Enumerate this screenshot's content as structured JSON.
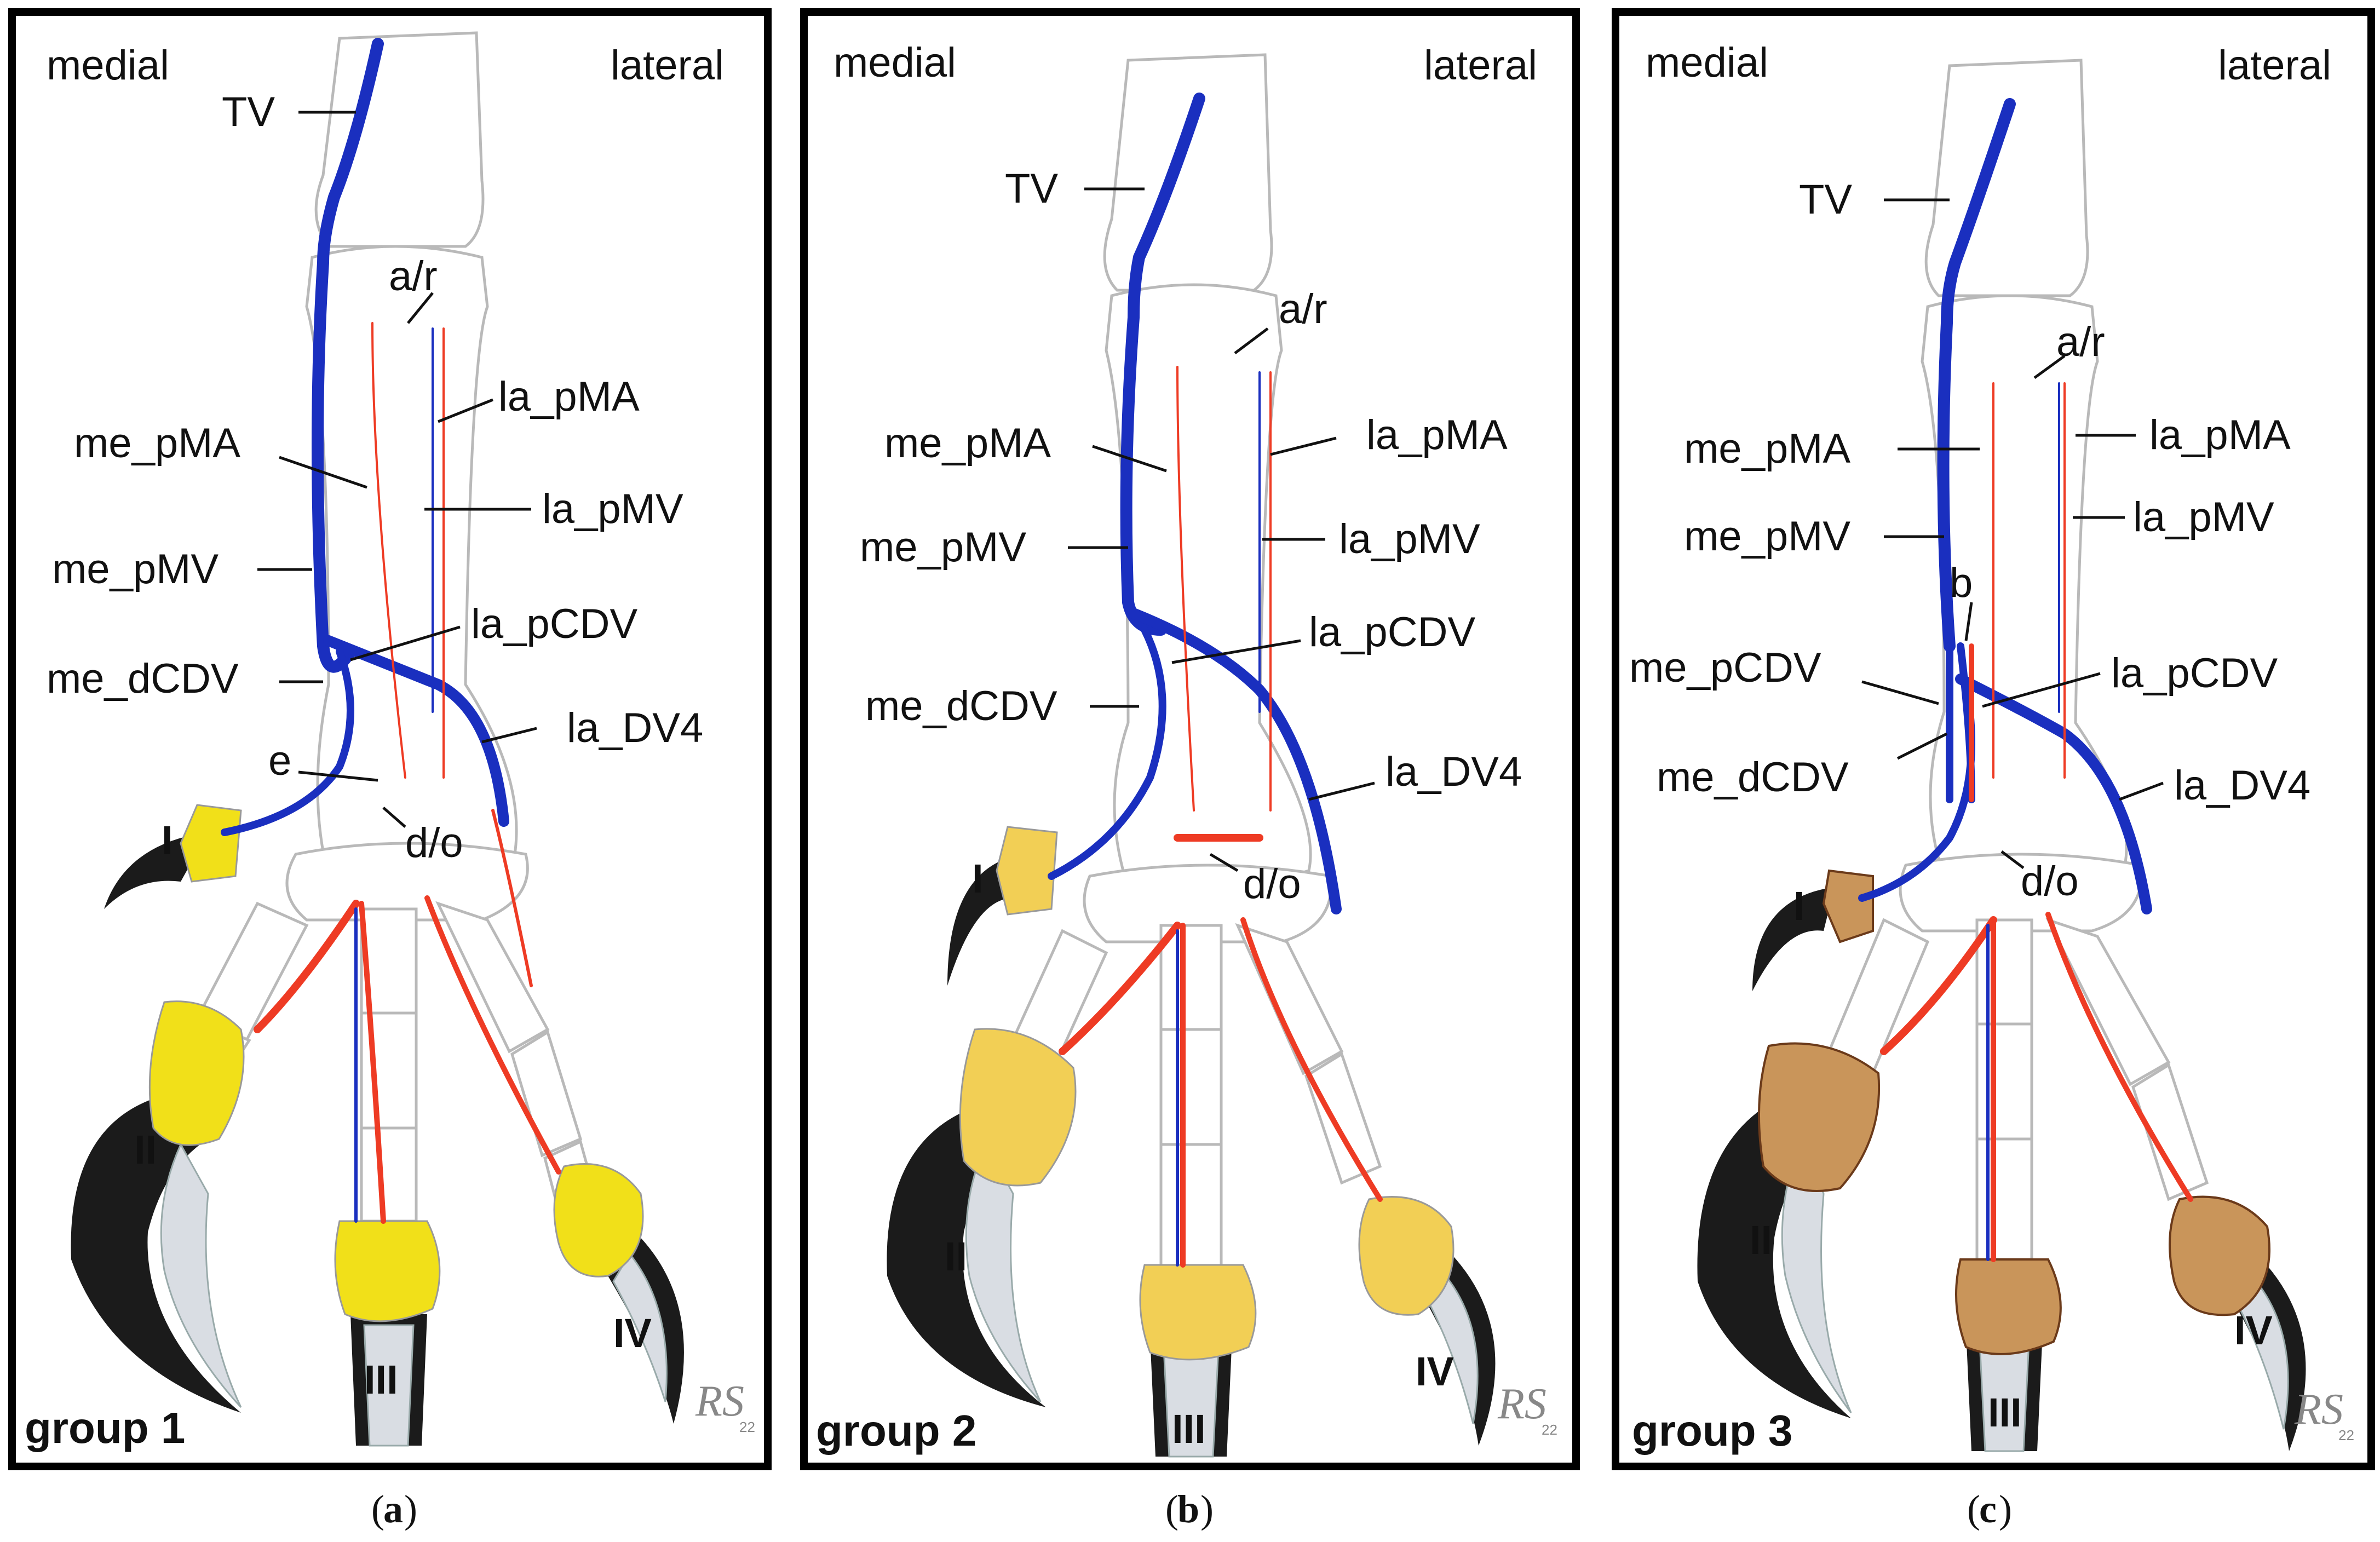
{
  "colors": {
    "vein": "#1a2fbf",
    "artery": "#ee3b24",
    "pad_group1": "#f1e019",
    "pad_group2": "#f2cf55",
    "pad_group3": "#c9955a",
    "claw": "#1b1b1b",
    "bone_outline": "#b9b9b9"
  },
  "panels": [
    {
      "group_label": "group 1",
      "caption_letter": "a",
      "orientation": {
        "medial": "medial",
        "lateral": "lateral"
      },
      "labels": {
        "TV": "TV",
        "a_r": "a/r",
        "la_pMA": "la_pMA",
        "me_pMA": "me_pMA",
        "la_pMV": "la_pMV",
        "me_pMV": "me_pMV",
        "la_pCDV": "la_pCDV",
        "me_dCDV": "me_dCDV",
        "la_DV4": "la_DV4",
        "e": "e",
        "d_o": "d/o"
      },
      "digits": {
        "I": "I",
        "II": "II",
        "III": "III",
        "IV": "IV"
      },
      "signature": "RS",
      "signature_year": "22"
    },
    {
      "group_label": "group 2",
      "caption_letter": "b",
      "orientation": {
        "medial": "medial",
        "lateral": "lateral"
      },
      "labels": {
        "TV": "TV",
        "a_r": "a/r",
        "me_pMA": "me_pMA",
        "la_pMA": "la_pMA",
        "me_pMV": "me_pMV",
        "la_pMV": "la_pMV",
        "la_pCDV": "la_pCDV",
        "me_dCDV": "me_dCDV",
        "la_DV4": "la_DV4",
        "d_o": "d/o"
      },
      "digits": {
        "I": "I",
        "II": "II",
        "III": "III",
        "IV": "IV"
      },
      "signature": "RS",
      "signature_year": "22"
    },
    {
      "group_label": "group 3",
      "caption_letter": "c",
      "orientation": {
        "medial": "medial",
        "lateral": "lateral"
      },
      "labels": {
        "TV": "TV",
        "a_r": "a/r",
        "me_pMA": "me_pMA",
        "la_pMA": "la_pMA",
        "me_pMV": "me_pMV",
        "la_pMV": "la_pMV",
        "b": "b",
        "me_pCDV": "me_pCDV",
        "la_pCDV": "la_pCDV",
        "me_dCDV": "me_dCDV",
        "la_DV4": "la_DV4",
        "d_o": "d/o"
      },
      "digits": {
        "I": "I",
        "II": "II",
        "III": "III",
        "IV": "IV"
      },
      "signature": "RS",
      "signature_year": "22"
    }
  ]
}
